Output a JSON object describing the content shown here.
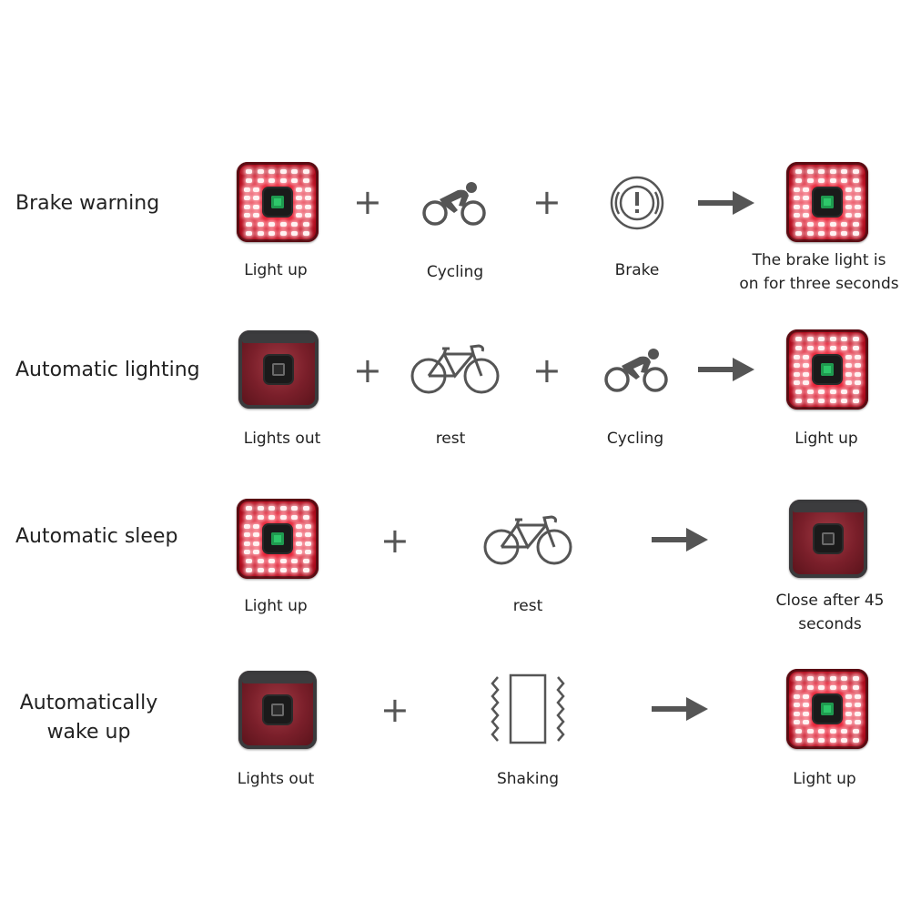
{
  "rows": [
    {
      "title": "Brake warning",
      "captions": [
        "Light up",
        "Cycling",
        "Brake",
        "The brake light is",
        "on for three seconds"
      ]
    },
    {
      "title": "Automatic lighting",
      "captions": [
        "Lights out",
        "rest",
        "Cycling",
        "Light up"
      ]
    },
    {
      "title": "Automatic sleep",
      "captions": [
        "Light up",
        "rest",
        "Close after 45",
        "seconds"
      ]
    },
    {
      "title_lines": [
        "Automatically",
        "wake up"
      ],
      "captions": [
        "Lights out",
        "Shaking",
        "Light up"
      ]
    }
  ],
  "symbols": {
    "plus": "+"
  },
  "icons": [
    "taillight-on",
    "taillight-off",
    "cyclist-icon",
    "bicycle-icon",
    "brake-warning-icon",
    "arrow-right-icon",
    "shaking-icon",
    "plus-icon"
  ],
  "colors": {
    "red_light": "#e0142a",
    "indicator_green": "#2ec76a",
    "icon_gray": "#555555"
  }
}
